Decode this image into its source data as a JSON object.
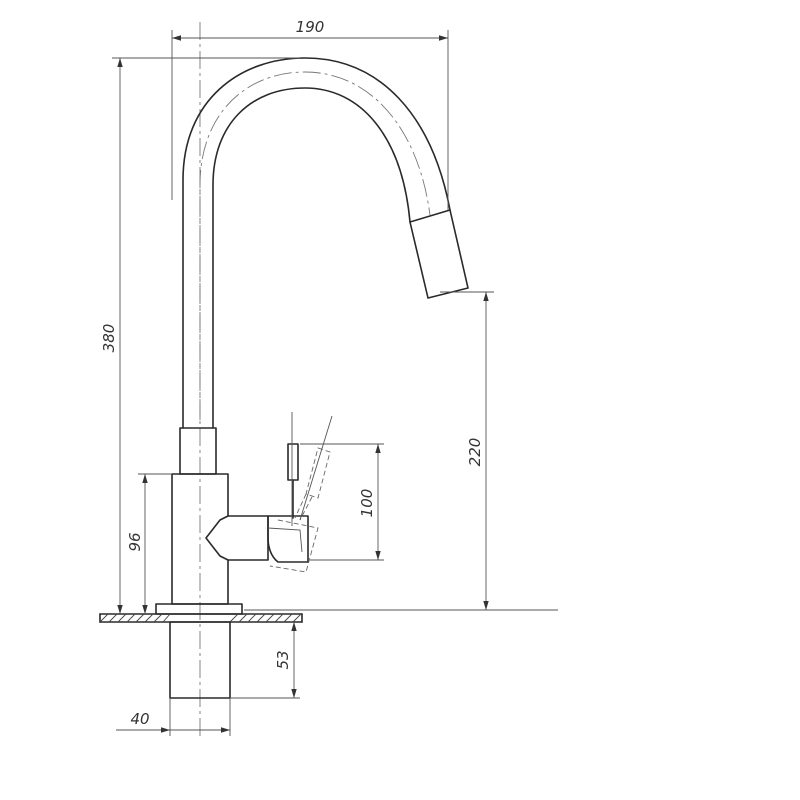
{
  "drawing": {
    "subject": "Kitchen faucet with pull-out spout — technical side view",
    "dimensions": {
      "reach": "190",
      "total_height": "380",
      "spout_clearance": "220",
      "lever_height": "100",
      "body_height": "96",
      "shank_length": "53",
      "shank_diameter": "40"
    },
    "colors": {
      "line": "#2a2a2a",
      "dimension": "#555555",
      "background": "#ffffff"
    }
  }
}
